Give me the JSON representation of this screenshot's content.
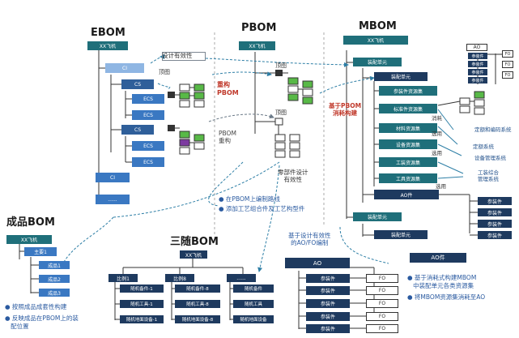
{
  "ebom": {
    "title": "EBOM",
    "root": "XX飞机",
    "ci": "CI",
    "cs": "CS",
    "ecs": "ECS",
    "more": "......"
  },
  "pbom": {
    "title": "PBOM",
    "root": "XX飞机",
    "label_top": "顶图",
    "label_restructure": "重构\nPBOM",
    "label_restructure_gray": "PBOM\n重构",
    "label_top2": "顶图",
    "label_part_validity": "零部件设计\n有效性",
    "design_validity": "设计有效性",
    "notes": [
      "● 在PBOM上编制路线",
      "● 添加工艺组合件及工艺构型件"
    ]
  },
  "mbom": {
    "title": "MBOM",
    "root": "XX飞机",
    "assembly_unit": "装配单元",
    "assembly_unit2": "装配单元",
    "resources": [
      "参装件资源集",
      "标准件资源集",
      "材料资源集",
      "设备资源集",
      "工装资源集",
      "工具资源集"
    ],
    "ao_item": "AO件",
    "based_on": "基于PBOM\n消耗构建",
    "consume": "消耗",
    "select1": "选用",
    "select2": "选用",
    "select3": "选用",
    "systems": [
      "定额和编码系统",
      "定额系统",
      "设备管理系统",
      "工装综合\n管理系统"
    ],
    "ao_list_items": [
      "参装件",
      "参装件",
      "参装件",
      "参装件"
    ],
    "lower_assembly": "装配单元",
    "lower_assembly2": "装配单元",
    "lower_ao": "AO件"
  },
  "aofo": {
    "ao_header": "AO",
    "fo_header": "FO",
    "ao_label": "AO",
    "ao_fo_items": [
      "FO",
      "FO"
    ],
    "fo": "FO",
    "part": "参装件",
    "top_ao": "AO",
    "top_fo": "FO"
  },
  "lower_mid": {
    "title": "基于设计有效性\n的AO/FO编制",
    "ao": "AO",
    "parts": [
      "参装件",
      "参装件",
      "参装件",
      "参装件",
      "参装件"
    ],
    "fo": "FO",
    "notes": [
      "● 基于消耗式构建MBOM\n   中装配单元各类资源集",
      "● 将MBOM资源集消耗至AO"
    ]
  },
  "finished_bom": {
    "title": "成品BOM",
    "root": "XX飞机",
    "main": "主要1",
    "items": [
      "成品1",
      "成品2",
      "成品3"
    ],
    "notes": [
      "● 按照成品成套性构建",
      "● 反映成品在PBOM上的装\n   配位置"
    ]
  },
  "sansui_bom": {
    "title": "三随BOM",
    "root": "XX飞机",
    "cols": [
      {
        "head": "比例1",
        "items": [
          "随机备件-1",
          "随机工具-1",
          "随机地面设备-1"
        ]
      },
      {
        "head": "比例8",
        "items": [
          "随机备件-8",
          "随机工具-8",
          "随机地面设备-8"
        ]
      },
      {
        "head": "......",
        "items": [
          "随机备件",
          "随机工具",
          "随机地面设备"
        ]
      }
    ]
  },
  "colors": {
    "dark_navy": "#1e3a5f",
    "teal": "#1f6f7a",
    "blue": "#3a78c2",
    "light_blue": "#8fb6e3",
    "green": "#58b947",
    "red": "#c0392b",
    "gray_line": "#7c8691"
  }
}
